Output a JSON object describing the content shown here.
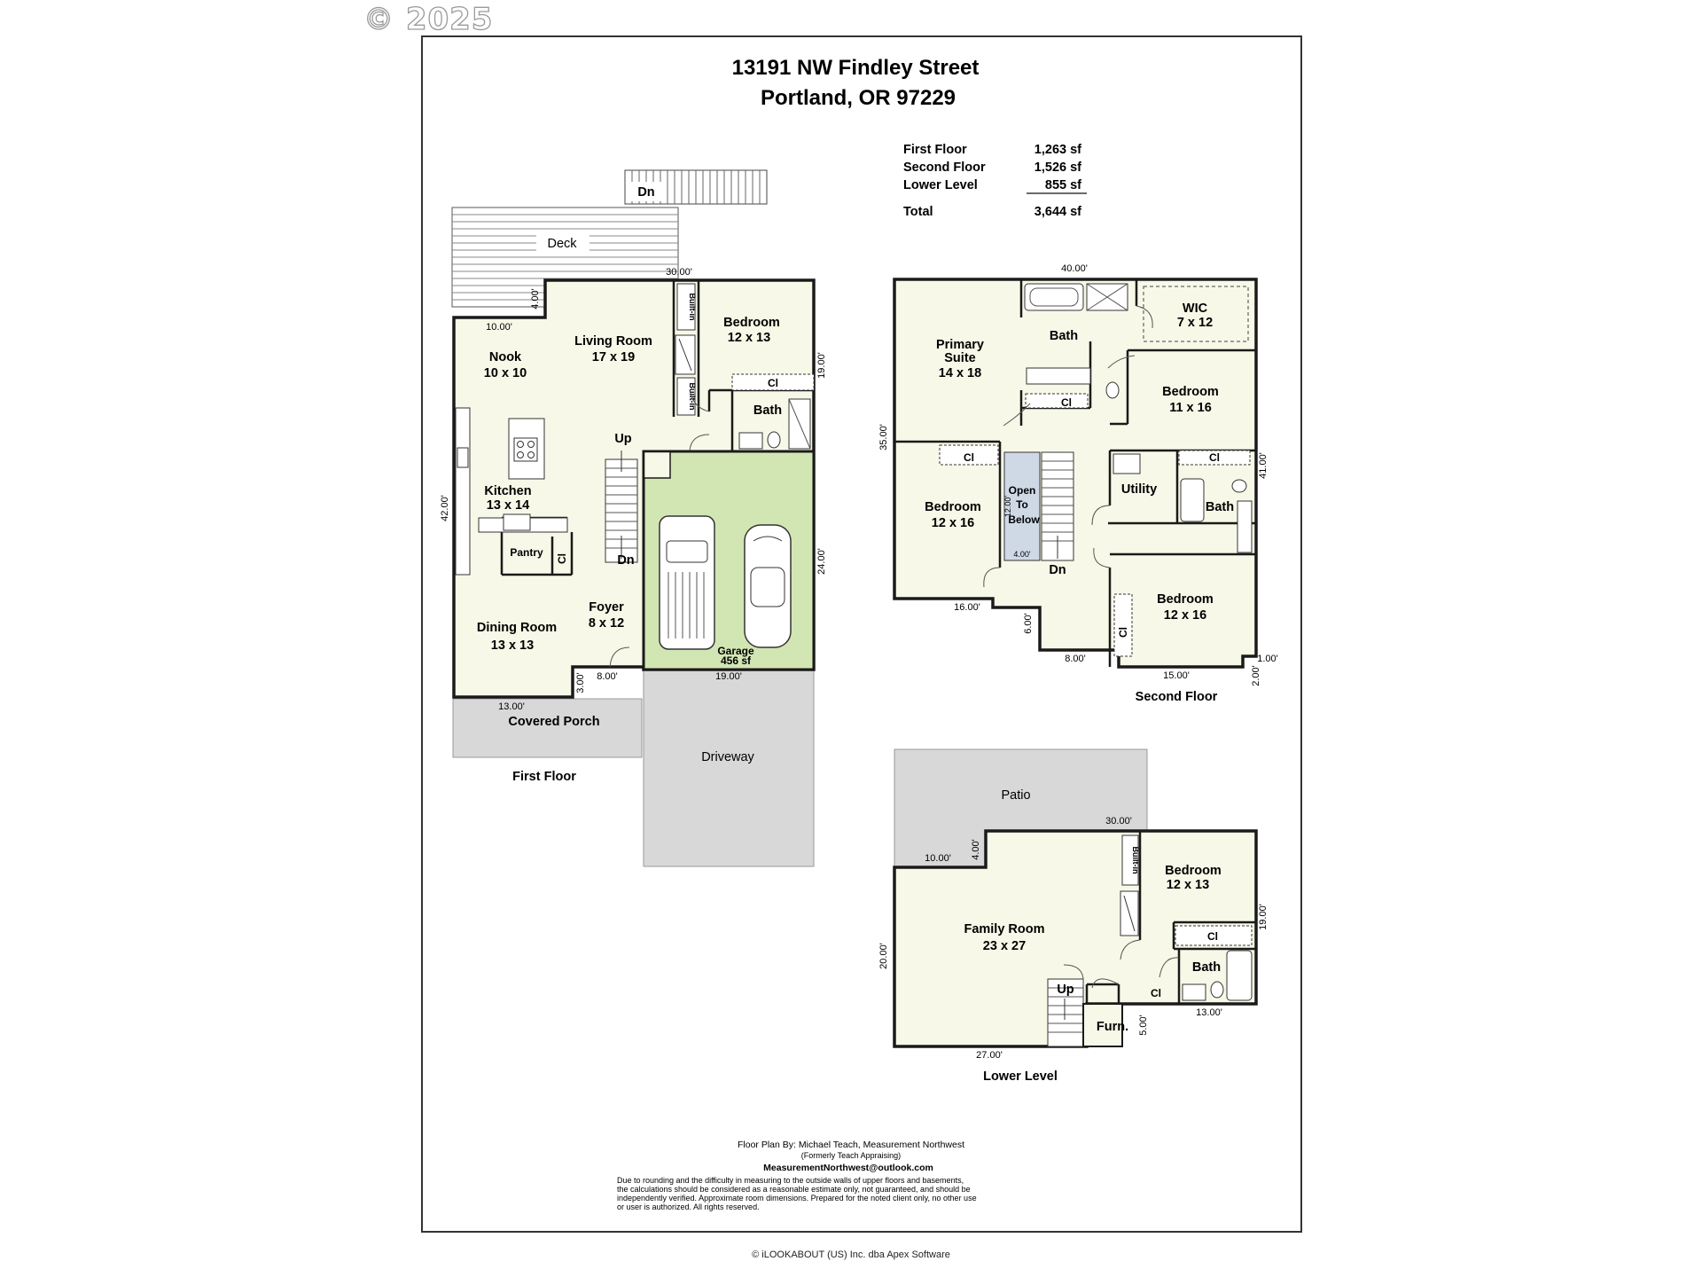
{
  "watermark": "© 2025",
  "title": {
    "line1": "13191 NW Findley Street",
    "line2": "Portland, OR 97229"
  },
  "area_table": [
    {
      "label": "First Floor",
      "value": "1,263 sf"
    },
    {
      "label": "Second Floor",
      "value": "1,526 sf"
    },
    {
      "label": "Lower Level",
      "value": "855 sf"
    },
    {
      "label": "Total",
      "value": "3,644 sf"
    }
  ],
  "first_floor": {
    "caption": "First Floor",
    "rooms": {
      "deck": "Deck",
      "dn_deck": "Dn",
      "nook": [
        "Nook",
        "10 x 10"
      ],
      "living": [
        "Living Room",
        "17 x 19"
      ],
      "bedroom": [
        "Bedroom",
        "12 x 13"
      ],
      "built_in_1": "Built-in",
      "built_in_2": "Built-in",
      "cl_bedroom": "Cl",
      "bath": "Bath",
      "up": "Up",
      "kitchen": [
        "Kitchen",
        "13 x 14"
      ],
      "pantry": "Pantry",
      "cl_kitchen": "Cl",
      "dn": "Dn",
      "foyer": [
        "Foyer",
        "8 x 12"
      ],
      "dining": [
        "Dining Room",
        "13 x 13"
      ],
      "garage": [
        "Garage",
        "456 sf"
      ],
      "covered_porch": "Covered Porch",
      "driveway": "Driveway"
    },
    "dims": {
      "d30": "30.00'",
      "d10": "10.00'",
      "d4": "4.00'",
      "d19": "19.00'",
      "d42": "42.00'",
      "d24": "24.00'",
      "d13": "13.00'",
      "d3": "3.00'",
      "d8": "8.00'",
      "d19b": "19.00'"
    }
  },
  "second_floor": {
    "caption": "Second Floor",
    "rooms": {
      "primary": [
        "Primary",
        "Suite",
        "14 x 18"
      ],
      "bath_primary": "Bath",
      "wic": [
        "WIC",
        "7 x 12"
      ],
      "bedroom_ne": [
        "Bedroom",
        "11 x 16"
      ],
      "cl_primary": "Cl",
      "cl_ne": "Cl",
      "cl_west": "Cl",
      "bedroom_w": [
        "Bedroom",
        "12 x 16"
      ],
      "open": [
        "Open",
        "To",
        "Below"
      ],
      "utility": "Utility",
      "bath_hall": "Bath",
      "dn": "Dn",
      "bedroom_se": [
        "Bedroom",
        "12 x 16"
      ],
      "cl_se": "Cl"
    },
    "dims": {
      "d40": "40.00'",
      "d35": "35.00'",
      "d41": "41.00'",
      "d16": "16.00'",
      "d6": "6.00'",
      "d8": "8.00'",
      "d15": "15.00'",
      "d1": "1.00'",
      "d2": "2.00'",
      "d12": "12.00'",
      "d4": "4.00'"
    }
  },
  "lower_level": {
    "caption": "Lower Level",
    "rooms": {
      "patio": "Patio",
      "built_in": "Built-in",
      "bedroom": [
        "Bedroom",
        "12 x 13"
      ],
      "family": [
        "Family Room",
        "23 x 27"
      ],
      "cl_bed": "Cl",
      "bath": "Bath",
      "up": "Up",
      "cl": "Cl",
      "furn": "Furn."
    },
    "dims": {
      "d30": "30.00'",
      "d10": "10.00'",
      "d4": "4.00'",
      "d19": "19.00'",
      "d20": "20.00'",
      "d13": "13.00'",
      "d27": "27.00'",
      "d5": "5.00'"
    }
  },
  "notes": {
    "by": "Floor Plan By: Michael Teach, Measurement Northwest",
    "formerly": "(Formerly Teach Appraising)",
    "email": "MeasurementNorthwest@outlook.com",
    "d1": "Due to rounding and the difficulty in measuring to the outside walls of upper floors and basements,",
    "d2": "the calculations should be considered as a reasonable estimate only, not guaranteed, and should be",
    "d3": "independently verified. Approximate room dimensions. Prepared for the noted client only, no other use",
    "d4": "or user is authorized. All rights reserved."
  },
  "footer": "© iLOOKABOUT (US) Inc. dba Apex Software",
  "colors": {
    "floor_fill": "#f8f8e8",
    "garage_fill": "#d2e6b4",
    "porch_fill": "#d8d8d8",
    "wall": "#1a1a1a",
    "open_below": "#cfd9e6"
  }
}
